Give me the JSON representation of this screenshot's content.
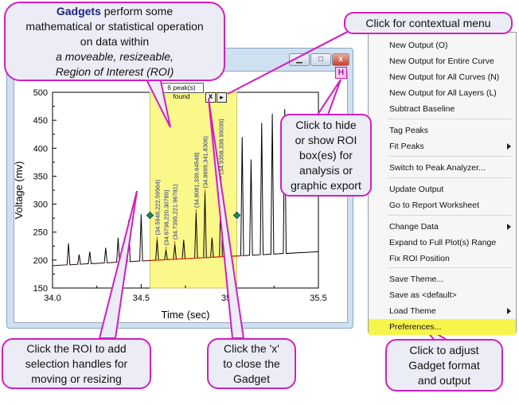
{
  "callouts": {
    "top_bold": "Gadgets",
    "top_rest": "perform some",
    "top_line2": "mathematical or statistical operation",
    "top_line3": "on data within",
    "top_line4": "a moveable, resizeable,",
    "top_line5": "Region of Interest (ROI)",
    "context": "Click for contextual menu",
    "hide_l1": "Click to hide",
    "hide_l2": "or show ROI",
    "hide_l3": "box(es) for",
    "hide_l4": "analysis or",
    "hide_l5": "graphic export",
    "roi_l1": "Click the ROI to add",
    "roi_l2": "selection handles for",
    "roi_l3": "moving or resizing",
    "x_l1": "Click the 'x'",
    "x_l2": "to close the",
    "x_l3": "Gadget",
    "adjust_l1": "Click to adjust",
    "adjust_l2": "Gadget format",
    "adjust_l3": "and output"
  },
  "colors": {
    "callout_border": "#d21fc0",
    "callout_fill": "#ececf6",
    "roi_fill": "#fbf88a",
    "menu_highlight": "#f7f44c",
    "baseline": "#e0261c"
  },
  "window": {
    "min_glyph": "▁",
    "max_glyph": "□",
    "close_glyph": "x"
  },
  "gadget": {
    "status": "6 peak(s) found",
    "close": "x",
    "menu": "▸",
    "hide_button": "H"
  },
  "chart_data": {
    "type": "line",
    "xlabel": "Time (sec)",
    "ylabel": "Voltage (mv)",
    "xlim": [
      34.0,
      35.5
    ],
    "ylim": [
      150,
      500
    ],
    "x_ticks": [
      "34.0",
      "34.5",
      "35.0",
      "35.5"
    ],
    "y_ticks": [
      "150",
      "200",
      "250",
      "300",
      "350",
      "400",
      "450",
      "500"
    ],
    "roi": [
      34.55,
      35.04
    ],
    "baseline": {
      "x": [
        34.0,
        35.5
      ],
      "y": [
        190,
        215
      ]
    },
    "peaks": [
      {
        "x": 34.09,
        "h": 230
      },
      {
        "x": 34.15,
        "h": 210
      },
      {
        "x": 34.21,
        "h": 215
      },
      {
        "x": 34.3,
        "h": 222
      },
      {
        "x": 34.37,
        "h": 240
      },
      {
        "x": 34.43,
        "h": 272
      },
      {
        "x": 34.5,
        "h": 282
      },
      {
        "x": 34.59,
        "h": 236
      },
      {
        "x": 34.64,
        "h": 218
      },
      {
        "x": 34.69,
        "h": 228
      },
      {
        "x": 34.74,
        "h": 236
      },
      {
        "x": 34.81,
        "h": 285
      },
      {
        "x": 34.86,
        "h": 320
      },
      {
        "x": 34.9,
        "h": 240
      },
      {
        "x": 34.95,
        "h": 345
      },
      {
        "x": 35.07,
        "h": 420
      },
      {
        "x": 35.12,
        "h": 380
      },
      {
        "x": 35.18,
        "h": 445
      },
      {
        "x": 35.24,
        "h": 462
      },
      {
        "x": 35.31,
        "h": 470
      }
    ],
    "labels": [
      {
        "x": 34.59,
        "text": "(34.5948,222.59504)"
      },
      {
        "x": 34.64,
        "text": "(34.6736,220.30789)"
      },
      {
        "x": 34.69,
        "text": "(34.7395,221.96781)"
      },
      {
        "x": 34.81,
        "text": "(34.8081,339.64548)"
      },
      {
        "x": 34.86,
        "text": "(34.8699,341.8306)"
      },
      {
        "x": 34.95,
        "text": "(34.9358,338.99039)"
      }
    ]
  },
  "menu": {
    "items": [
      {
        "label": "New Output (O)"
      },
      {
        "label": "New Output for Entire Curve"
      },
      {
        "label": "New Output for All Curves (N)"
      },
      {
        "label": "New Output for All Layers (L)"
      },
      {
        "label": "Subtract Baseline"
      },
      {
        "label": "Tag Peaks"
      },
      {
        "label": "Fit Peaks"
      },
      {
        "label": "Switch to Peak Analyzer..."
      },
      {
        "label": "Update Output"
      },
      {
        "label": "Go to Report Worksheet"
      },
      {
        "label": "Change Data"
      },
      {
        "label": "Expand to Full Plot(s) Range"
      },
      {
        "label": "Fix ROI Position"
      },
      {
        "label": "Save Theme..."
      },
      {
        "label": "Save as <default>"
      },
      {
        "label": "Load Theme"
      },
      {
        "label": "Preferences..."
      }
    ]
  }
}
